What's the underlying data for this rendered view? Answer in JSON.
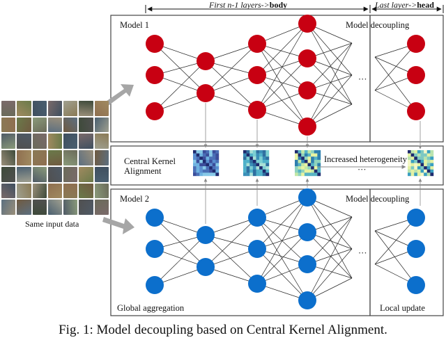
{
  "header": {
    "body_label": "First n-1 layers->body",
    "head_label": "Last layer->head"
  },
  "model1": {
    "title": "Model 1",
    "decoupling": "Model decoupling"
  },
  "model2": {
    "title": "Model 2",
    "decoupling": "Model decoupling",
    "aggregation": "Global aggregation",
    "local_update": "Local update"
  },
  "cka": {
    "label_line1": "Central Kernel",
    "label_line2": "Alignment",
    "heterogeneity": "Increased heterogeneity",
    "ellipsis": "···"
  },
  "input": {
    "label": "Same input data"
  },
  "ellipsis": "···",
  "caption": "Fig. 1: Model decoupling based on Central Kernel Alignment.",
  "colors": {
    "model1_node": "#c80012",
    "model2_node": "#0c6fcc",
    "arrow_gray": "#a6a6a6"
  }
}
